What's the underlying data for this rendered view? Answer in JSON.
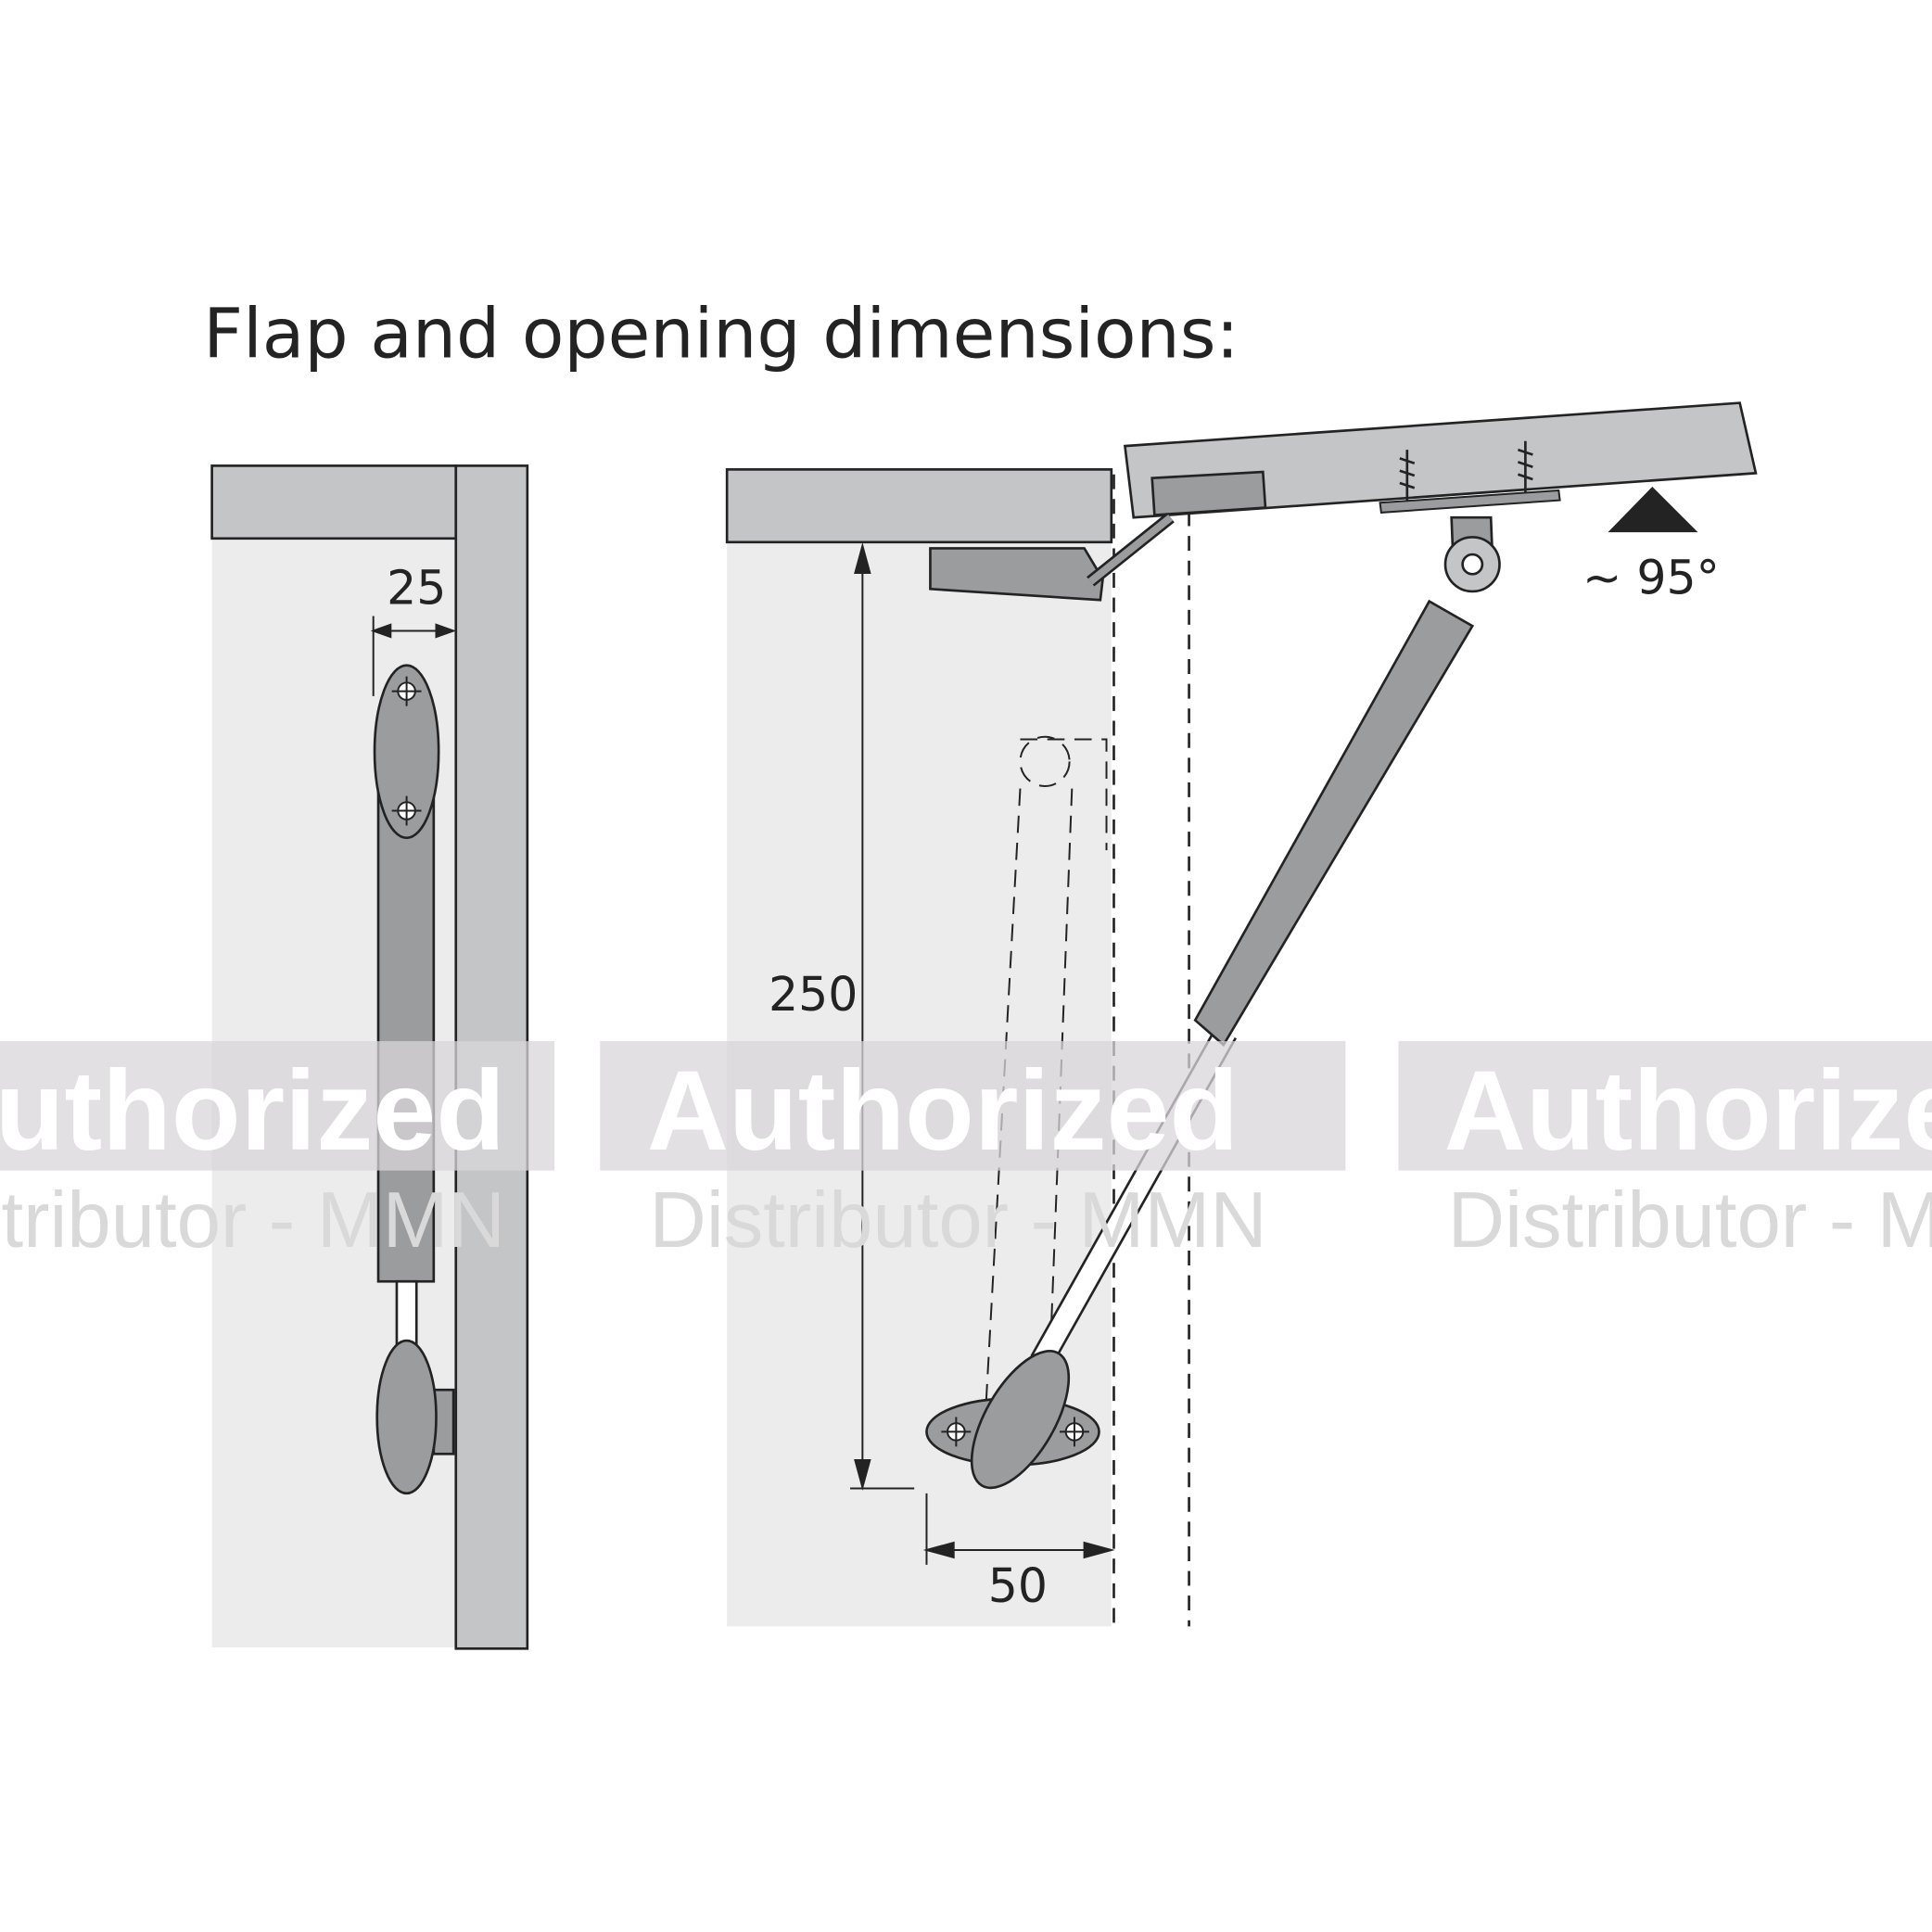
{
  "title": "Flap and opening dimensions:",
  "dimensions": {
    "side_offset": "25",
    "height": "250",
    "depth": "50",
    "opening_angle": "~ 95°"
  },
  "watermark": {
    "line1": "Authorized",
    "line2": "Distributor - MMN"
  },
  "colors": {
    "panel": "#c4c5c7",
    "wall": "#ebeceb",
    "strut": "#9b9c9e",
    "line": "#232323"
  }
}
